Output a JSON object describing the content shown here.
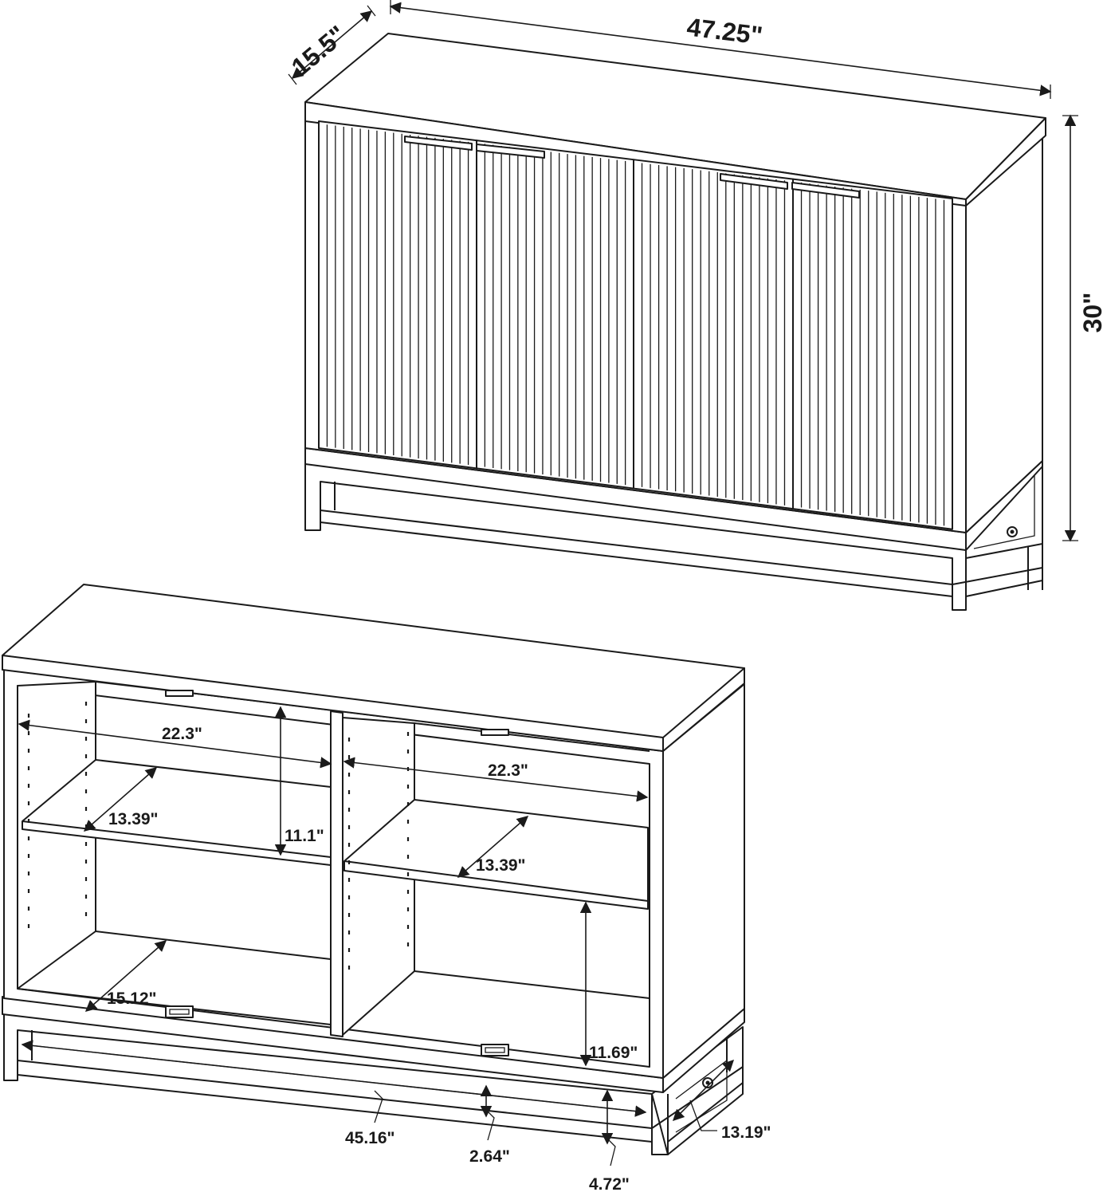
{
  "closed_view": {
    "depth": "15.5\"",
    "width": "47.25\"",
    "height": "30\""
  },
  "open_view": {
    "left_compartment_width": "22.3\"",
    "right_compartment_width": "22.3\"",
    "left_shelf_depth": "13.39\"",
    "right_shelf_depth": "13.39\"",
    "upper_compartment_height": "11.1\"",
    "lower_compartment_height": "11.69\"",
    "bottom_depth": "15.12\"",
    "base_inner_length": "45.16\"",
    "base_rail_height": "2.64\"",
    "base_height": "4.72\"",
    "base_inner_depth": "13.19\""
  }
}
